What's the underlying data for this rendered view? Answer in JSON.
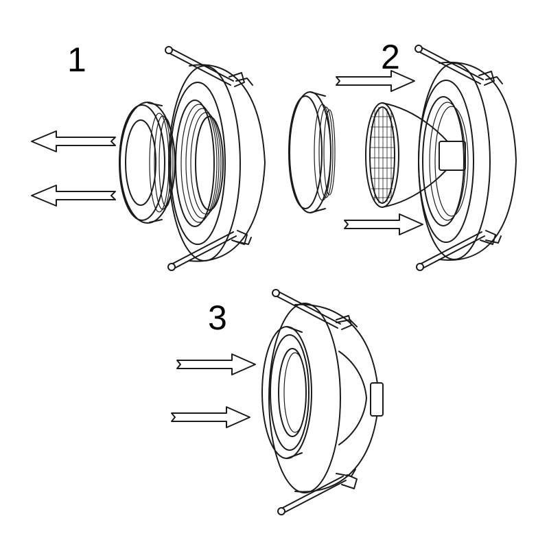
{
  "steps": [
    {
      "number": "1",
      "action": "remove"
    },
    {
      "number": "2",
      "action": "insert"
    },
    {
      "number": "3",
      "action": "insert"
    }
  ],
  "icons": [
    "arrow-left-icon",
    "arrow-right-icon"
  ],
  "colors": {
    "line": "#1a1a1a",
    "background": "#ffffff"
  }
}
